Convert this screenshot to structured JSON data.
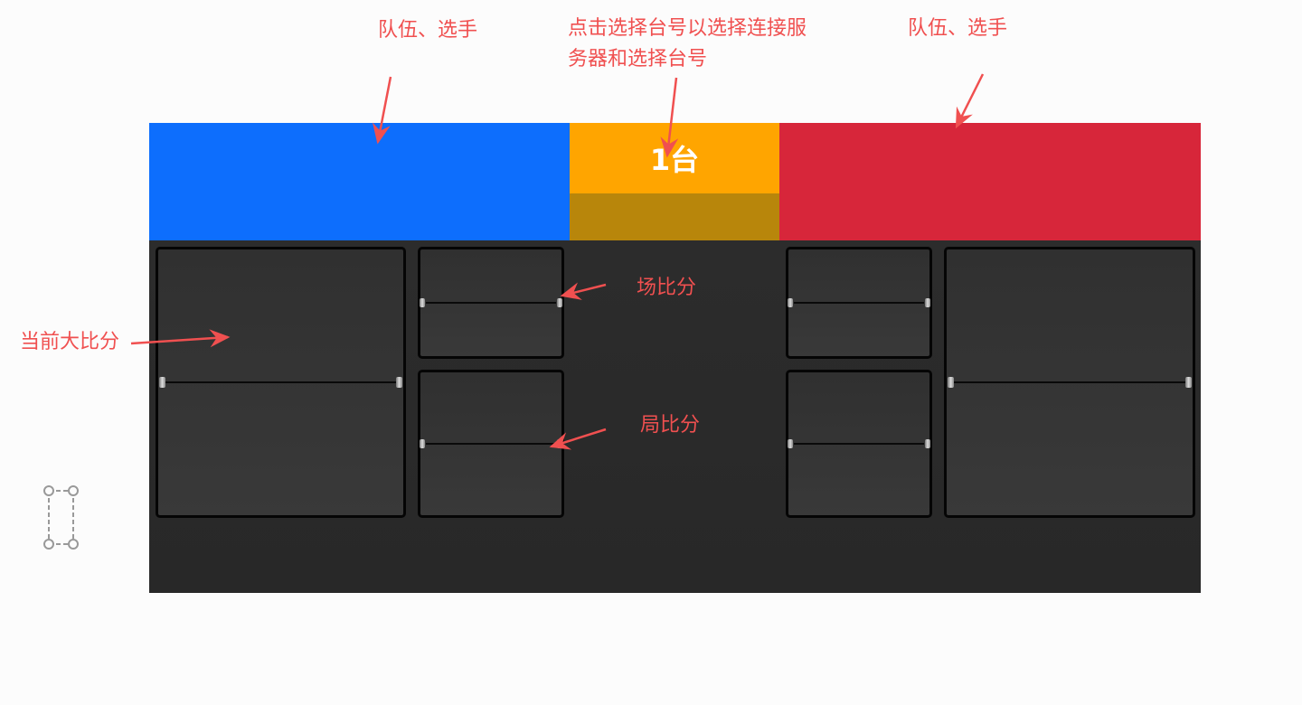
{
  "scoreboard": {
    "table_label": "1台",
    "colors": {
      "left_team": "#0d6efd",
      "right_team": "#d7263a",
      "table_button": "#ffa500",
      "table_sub": "#b8860b",
      "panel": "#2a2a2a",
      "annotation": "#f05050"
    }
  },
  "annotations": {
    "left_team": "队伍、选手",
    "right_team": "队伍、选手",
    "table_line1": "点击选择台号以选择连接服",
    "table_line2": "务器和选择台号",
    "big_score": "当前大比分",
    "match_score": "场比分",
    "game_score": "局比分"
  }
}
